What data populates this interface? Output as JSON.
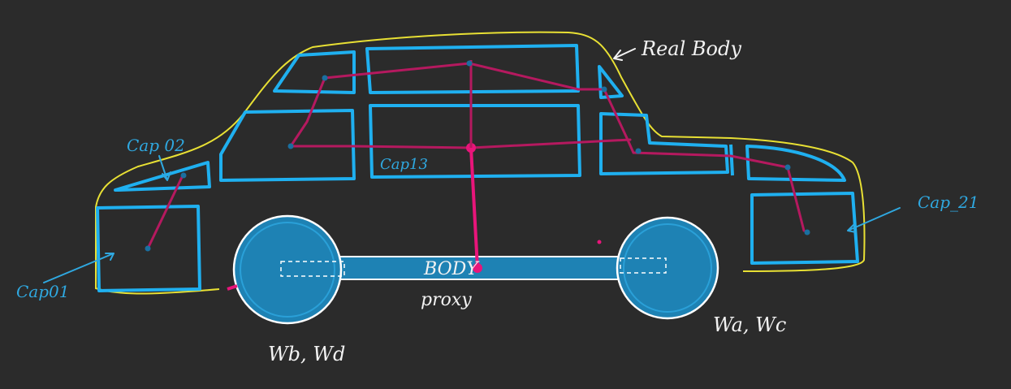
{
  "labels": {
    "real_body": "Real Body",
    "cap02": "Cap 02",
    "cap13": "Cap13",
    "cap21": "Cap_21",
    "cap01": "Cap01",
    "body": "BODY",
    "proxy": "proxy",
    "wb_wd": "Wb, Wd",
    "wa_wc": "Wa, Wc"
  },
  "colors": {
    "background": "#2b2b2b",
    "outline": "#e8e034",
    "panels": "#1fb0f0",
    "links": "#e8157a",
    "wheels_fill": "#1e82b4",
    "wheels_stroke": "#ffffff",
    "text_white": "#f2f2f2",
    "text_blue": "#2fa8e0"
  }
}
